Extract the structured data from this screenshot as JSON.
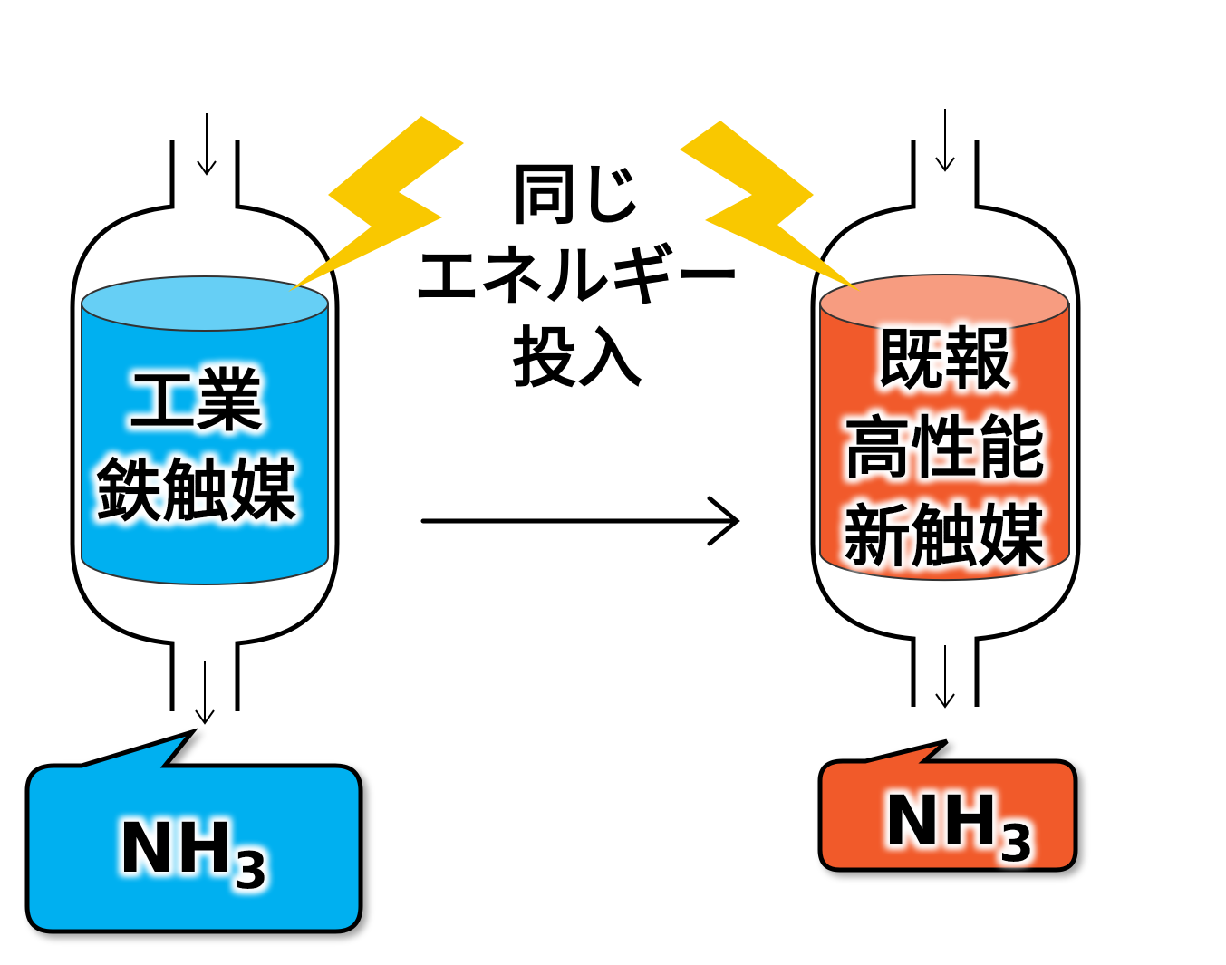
{
  "center": {
    "line1": "同じ",
    "line2": "エネルギー",
    "line3": "投入"
  },
  "left_reactor": {
    "line1": "工業",
    "line2": "鉄触媒",
    "product": "NH",
    "product_sub": "3"
  },
  "right_reactor": {
    "line1": "既報",
    "line2": "高性能",
    "line3": "新触媒",
    "product": "NH",
    "product_sub": "3"
  },
  "colors": {
    "blue": "#00B0F0",
    "blue_top": "#66CFF5",
    "orange": "#F15A2B",
    "orange_top": "#F79C80",
    "lightning": "#F9C800"
  }
}
